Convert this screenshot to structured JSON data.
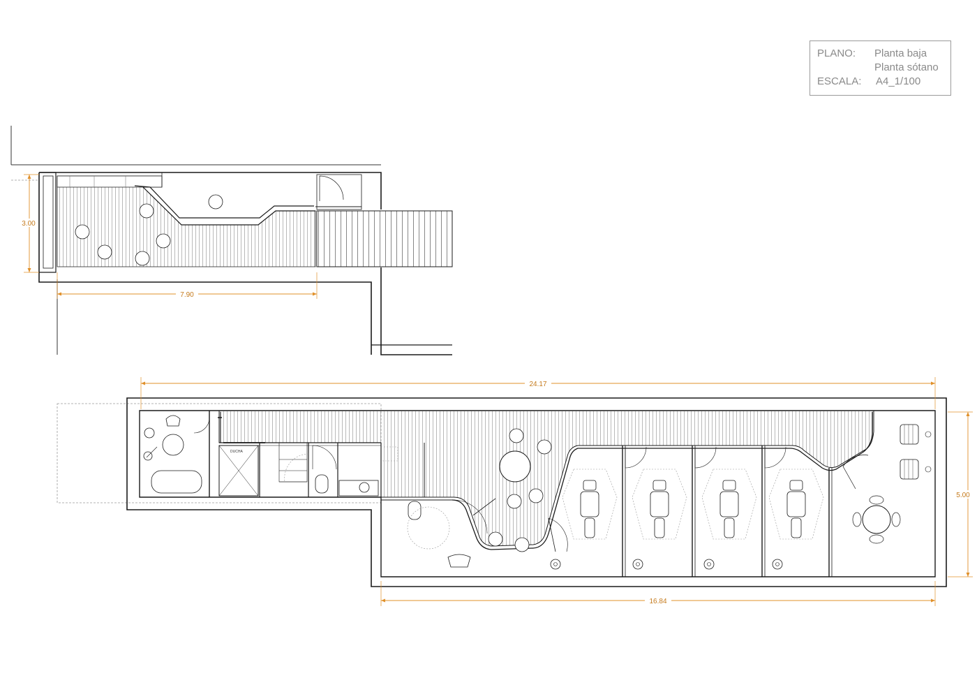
{
  "title_block": {
    "plano_label": "PLANO:",
    "plano_line1": "Planta baja",
    "plano_line2": "Planta sótano",
    "escala_label": "ESCALA:",
    "escala_value": "A4_1/100"
  },
  "ground_floor": {
    "dim_height": "3.00",
    "dim_length": "7.90"
  },
  "basement": {
    "dim_total_length": "24.17",
    "dim_lower_length": "16.84",
    "dim_height": "5.00",
    "shower_label": "DUCHA"
  },
  "colors": {
    "wall": "#1a1a1a",
    "dimension": "#e0902a",
    "hatch": "#8a8a8a",
    "dashed": "#9a9a9a"
  }
}
